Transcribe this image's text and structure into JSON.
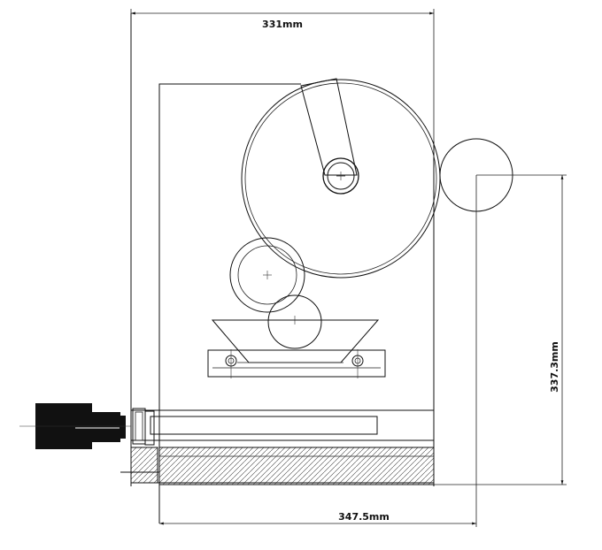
{
  "dimensions": {
    "top_width": "331mm",
    "bottom_width": "347.5mm",
    "right_height": "337.3mm"
  },
  "colors": {
    "line": "#111111",
    "motor": "#111111",
    "background": "#ffffff"
  }
}
